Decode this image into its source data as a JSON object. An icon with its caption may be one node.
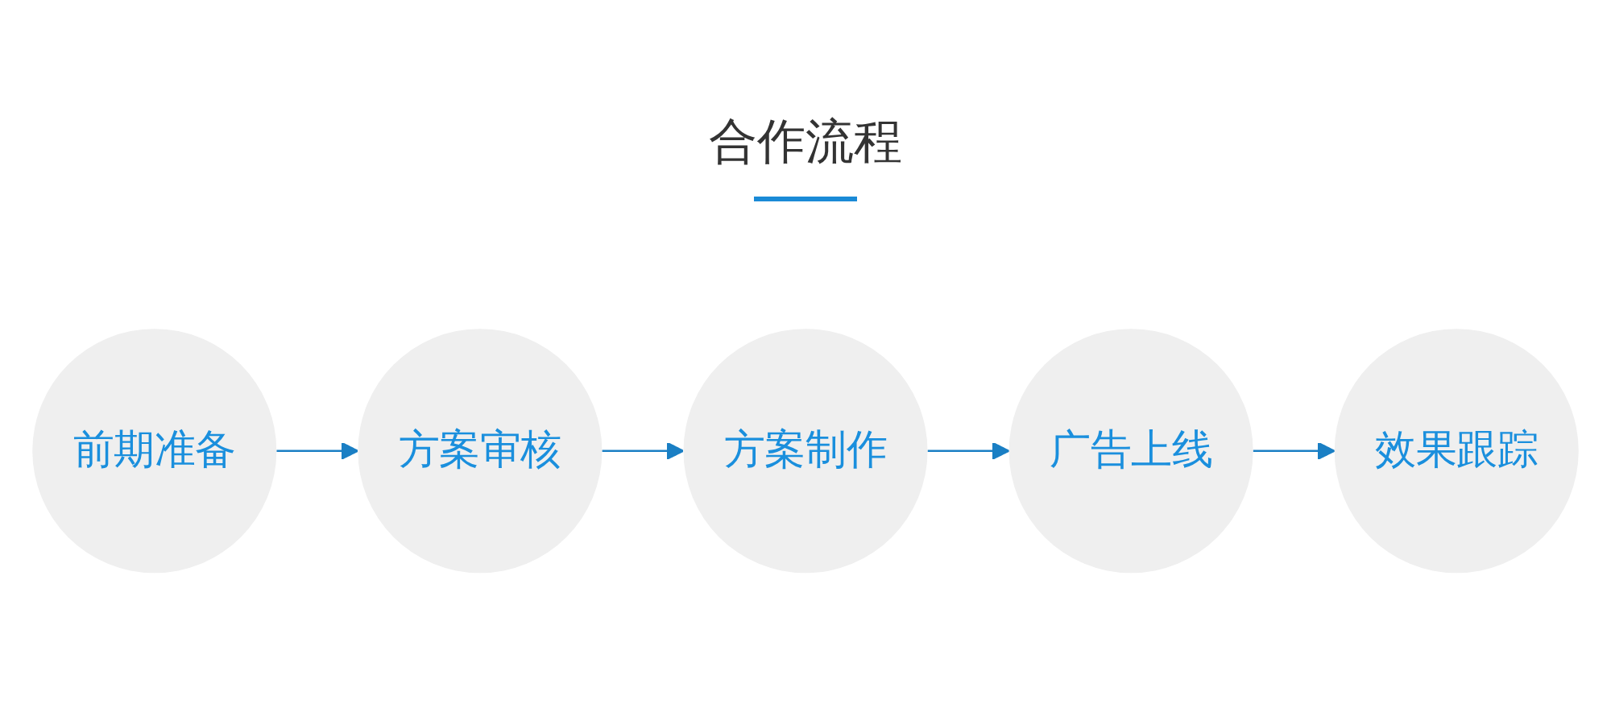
{
  "diagram": {
    "title": "合作流程",
    "nodes": [
      {
        "text": [
          "前期准备"
        ]
      },
      {
        "text": [
          "方案审核"
        ]
      },
      {
        "text": [
          "方案制作"
        ]
      },
      {
        "text": [
          "广告上线"
        ]
      },
      {
        "text": [
          "效果跟踪"
        ]
      }
    ],
    "edges": [
      {
        "from": 0,
        "to": 1,
        "arrow": "to"
      },
      {
        "from": 1,
        "to": 2,
        "arrow": "to"
      },
      {
        "from": 2,
        "to": 3,
        "arrow": "to"
      },
      {
        "from": 3,
        "to": 4,
        "arrow": "to"
      }
    ]
  }
}
